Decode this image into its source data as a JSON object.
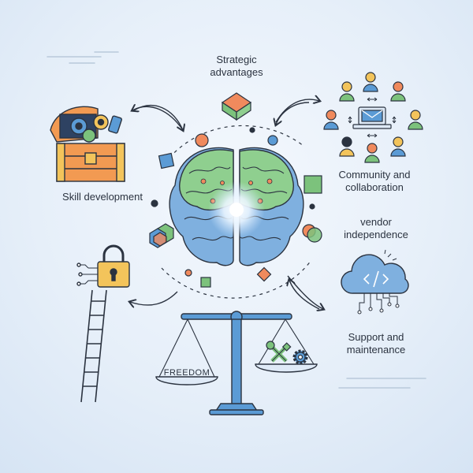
{
  "labels": {
    "strategic": [
      "Strategic",
      "advantages"
    ],
    "skill": "Skill development",
    "community": [
      "Community and",
      "collaboration"
    ],
    "vendor": [
      "vendor",
      "independence"
    ],
    "support": [
      "Support and",
      "maintenance"
    ],
    "freedom": "FREEDOM"
  },
  "colors": {
    "background": "#e6eff9",
    "brain_green": "#8fcf8f",
    "brain_blue": "#7fb0df",
    "accent_orange": "#f08a5d",
    "accent_blue": "#5b9bd5",
    "accent_green": "#7cc27c",
    "outline": "#2b3340",
    "lock_yellow": "#f3c45b",
    "chest_orange": "#f29a52"
  },
  "icons": [
    "brain-icon",
    "treasure-chest-icon",
    "padlock-icon",
    "ladder-icon",
    "balance-scale-icon",
    "cloud-code-icon",
    "laptop-mail-icon",
    "people-icon",
    "tools-icon",
    "gear-icon"
  ]
}
